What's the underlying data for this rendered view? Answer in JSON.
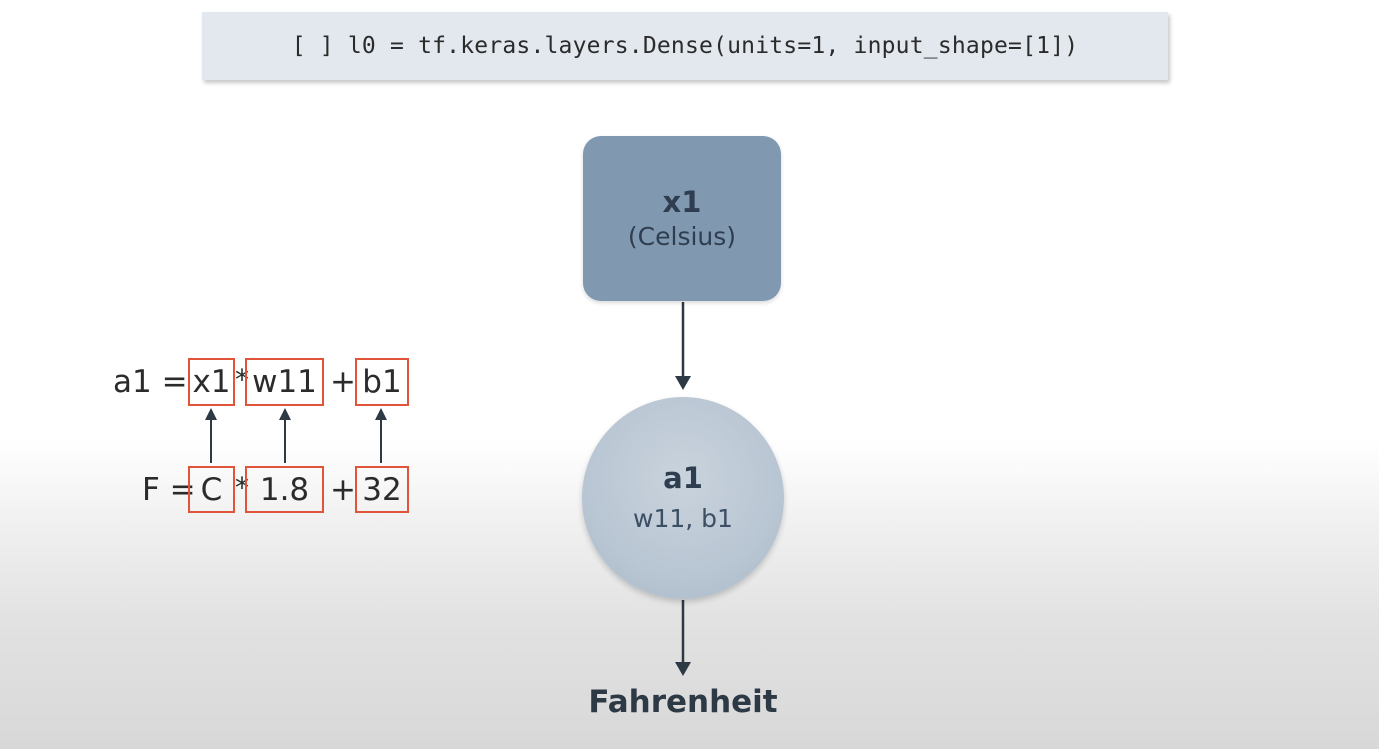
{
  "code_cell": {
    "run_bracket": "[ ]",
    "code": "l0 = tf.keras.layers.Dense(units=1, input_shape=[1])"
  },
  "input_node": {
    "title": "x1",
    "subtitle": "(Celsius)"
  },
  "neuron": {
    "title": "a1",
    "params": "w11, b1"
  },
  "output": {
    "label": "Fahrenheit"
  },
  "equation_top": {
    "lhs": "a1 =",
    "term1": "x1",
    "op1": "*",
    "term2": "w11",
    "op2": "+",
    "term3": "b1"
  },
  "equation_bottom": {
    "lhs": "F =",
    "term1": "C",
    "op1": "*",
    "term2": "1.8",
    "op2": "+",
    "term3": "32"
  },
  "colors": {
    "highlight_box": "#e0553a",
    "input_node_fill": "#8199b0",
    "neuron_fill": "#b9c6d3",
    "code_cell_bg": "#e2e8ee",
    "arrow": "#2e3946"
  }
}
